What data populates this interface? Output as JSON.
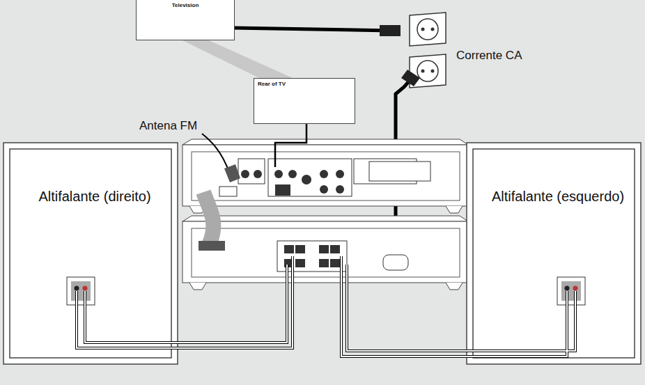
{
  "diagram": {
    "nodes": [
      {
        "text": [
          "Television"
        ]
      },
      {
        "text": [
          "Rear of TV"
        ]
      },
      {
        "text": [
          "Altifalante (direito)"
        ]
      },
      {
        "text": [
          "Altifalante (esquerdo)"
        ]
      }
    ],
    "labels": [
      "Antena FM",
      "Corrente CA"
    ]
  }
}
